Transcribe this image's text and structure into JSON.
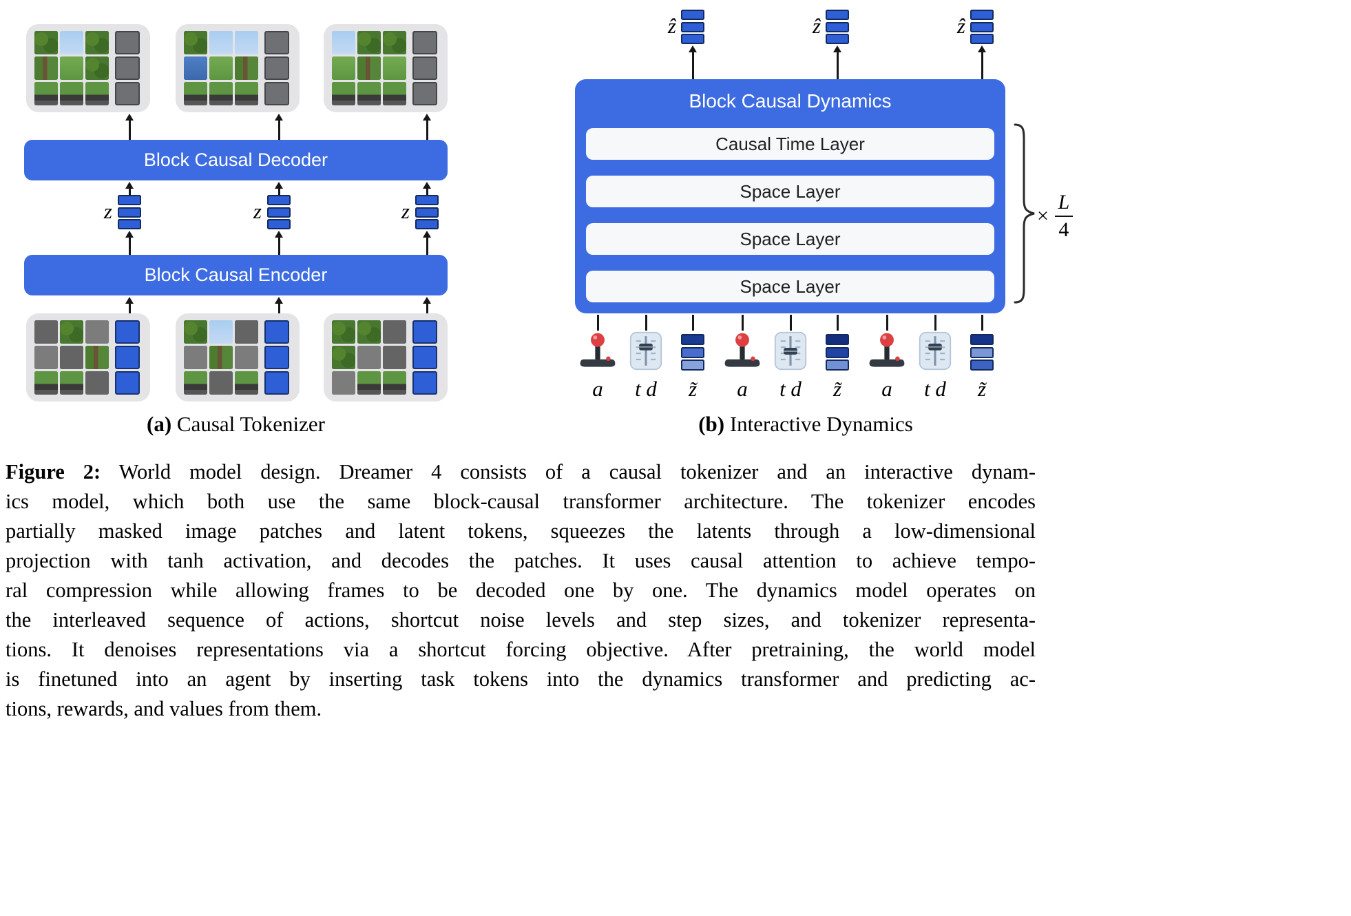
{
  "panel_a": {
    "decoder_label": "Block Causal Decoder",
    "encoder_label": "Block Causal Encoder",
    "latent_label": "z",
    "caption": {
      "tag": "(a)",
      "title": "Causal Tokenizer"
    },
    "output_frames": [
      {
        "cells": [
          "leaf",
          "sky",
          "leaf",
          "tree",
          "grass",
          "leaf",
          "hud",
          "hud",
          "hud"
        ],
        "side": [
          "glat",
          "glat",
          "glat"
        ]
      },
      {
        "cells": [
          "leaf",
          "sky",
          "sky",
          "water",
          "grass",
          "tree",
          "hud",
          "hud",
          "hud"
        ],
        "side": [
          "glat",
          "glat",
          "glat"
        ]
      },
      {
        "cells": [
          "sky",
          "leaf",
          "leaf",
          "grass",
          "tree",
          "grass",
          "hud",
          "hud",
          "hud"
        ],
        "side": [
          "glat",
          "glat",
          "glat"
        ]
      }
    ],
    "input_frames": [
      {
        "cells": [
          "maskd",
          "leaf",
          "mask",
          "mask",
          "maskd",
          "tree",
          "hud",
          "hud",
          "maskd"
        ],
        "side": [
          "blat",
          "blat",
          "blat"
        ]
      },
      {
        "cells": [
          "leaf",
          "sky",
          "maskd",
          "mask",
          "tree",
          "mask",
          "hud",
          "maskd",
          "hud"
        ],
        "side": [
          "blat",
          "blat",
          "blat"
        ]
      },
      {
        "cells": [
          "leaf",
          "leaf",
          "maskd",
          "leaf",
          "mask",
          "maskd",
          "mask",
          "hud",
          "hud"
        ],
        "side": [
          "blat",
          "blat",
          "blat"
        ]
      }
    ],
    "z_tokens": [
      "#2e5fd6",
      "#2e5fd6",
      "#2e5fd6"
    ]
  },
  "panel_b": {
    "title": "Block Causal Dynamics",
    "layers": [
      "Causal Time Layer",
      "Space Layer",
      "Space Layer",
      "Space Layer"
    ],
    "pred_label": "ẑ",
    "zhat_tokens": [
      "#2e5fd6",
      "#2e5fd6",
      "#2e5fd6"
    ],
    "repeat": {
      "times_symbol": "×",
      "numerator": "L",
      "denominator": "4"
    },
    "inputs": [
      {
        "type": "joystick-icon",
        "label": "a"
      },
      {
        "type": "fader-icon",
        "label": "t d"
      },
      {
        "type": "latent-tokens",
        "label": "z̃",
        "colors": [
          "#1b3a92",
          "#486dcc",
          "#8aa2dc"
        ]
      },
      {
        "type": "joystick-icon",
        "label": "a"
      },
      {
        "type": "fader-icon",
        "label": "t d"
      },
      {
        "type": "latent-tokens",
        "label": "z̃",
        "colors": [
          "#142e7e",
          "#1f44a6",
          "#7290d6"
        ]
      },
      {
        "type": "joystick-icon",
        "label": "a"
      },
      {
        "type": "fader-icon",
        "label": "t d"
      },
      {
        "type": "latent-tokens",
        "label": "z̃",
        "colors": [
          "#16338a",
          "#7b97d8",
          "#3c62c2"
        ]
      }
    ],
    "caption": {
      "tag": "(b)",
      "title": "Interactive Dynamics"
    }
  },
  "figure_caption": {
    "label": "Figure 2:",
    "lines": [
      " World model design. Dreamer 4 consists of a causal tokenizer and an interactive dynam-",
      "ics model, which both use the same block-causal transformer architecture. The tokenizer encodes",
      "partially masked image patches and latent tokens, squeezes the latents through a low-dimensional",
      "projection with tanh activation, and decodes the patches. It uses causal attention to achieve tempo-",
      "ral compression while allowing frames to be decoded one by one. The dynamics model operates on",
      "the interleaved sequence of actions, shortcut noise levels and step sizes, and tokenizer representa-",
      "tions. It denoises representations via a shortcut forcing objective. After pretraining, the world model",
      "is finetuned into an agent by inserting task tokens into the dynamics transformer and predicting ac-",
      "tions, rewards, and values from them."
    ]
  }
}
